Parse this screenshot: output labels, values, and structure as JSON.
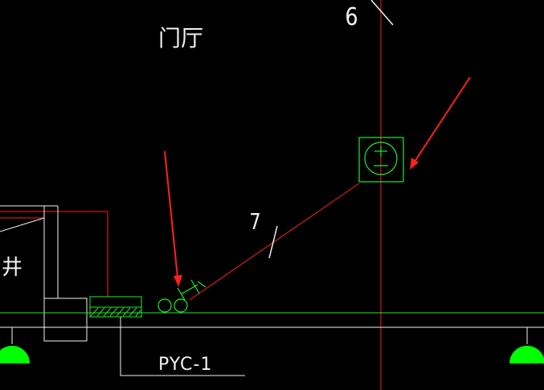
{
  "drawing": {
    "background": "#000000",
    "colors": {
      "red": "#ff2020",
      "green": "#22ee22",
      "white": "#f2f2f2",
      "bright_green": "#00ff00"
    },
    "labels": {
      "grid_axis": "6",
      "room_name": "门厅",
      "room_partial": "井",
      "cable_count": "7",
      "pipe_tag": "PYC-1"
    },
    "symbols": [
      "socket-outlet-icon",
      "double-circle-icon",
      "junction-box-icon",
      "light-fixture-icon"
    ]
  }
}
